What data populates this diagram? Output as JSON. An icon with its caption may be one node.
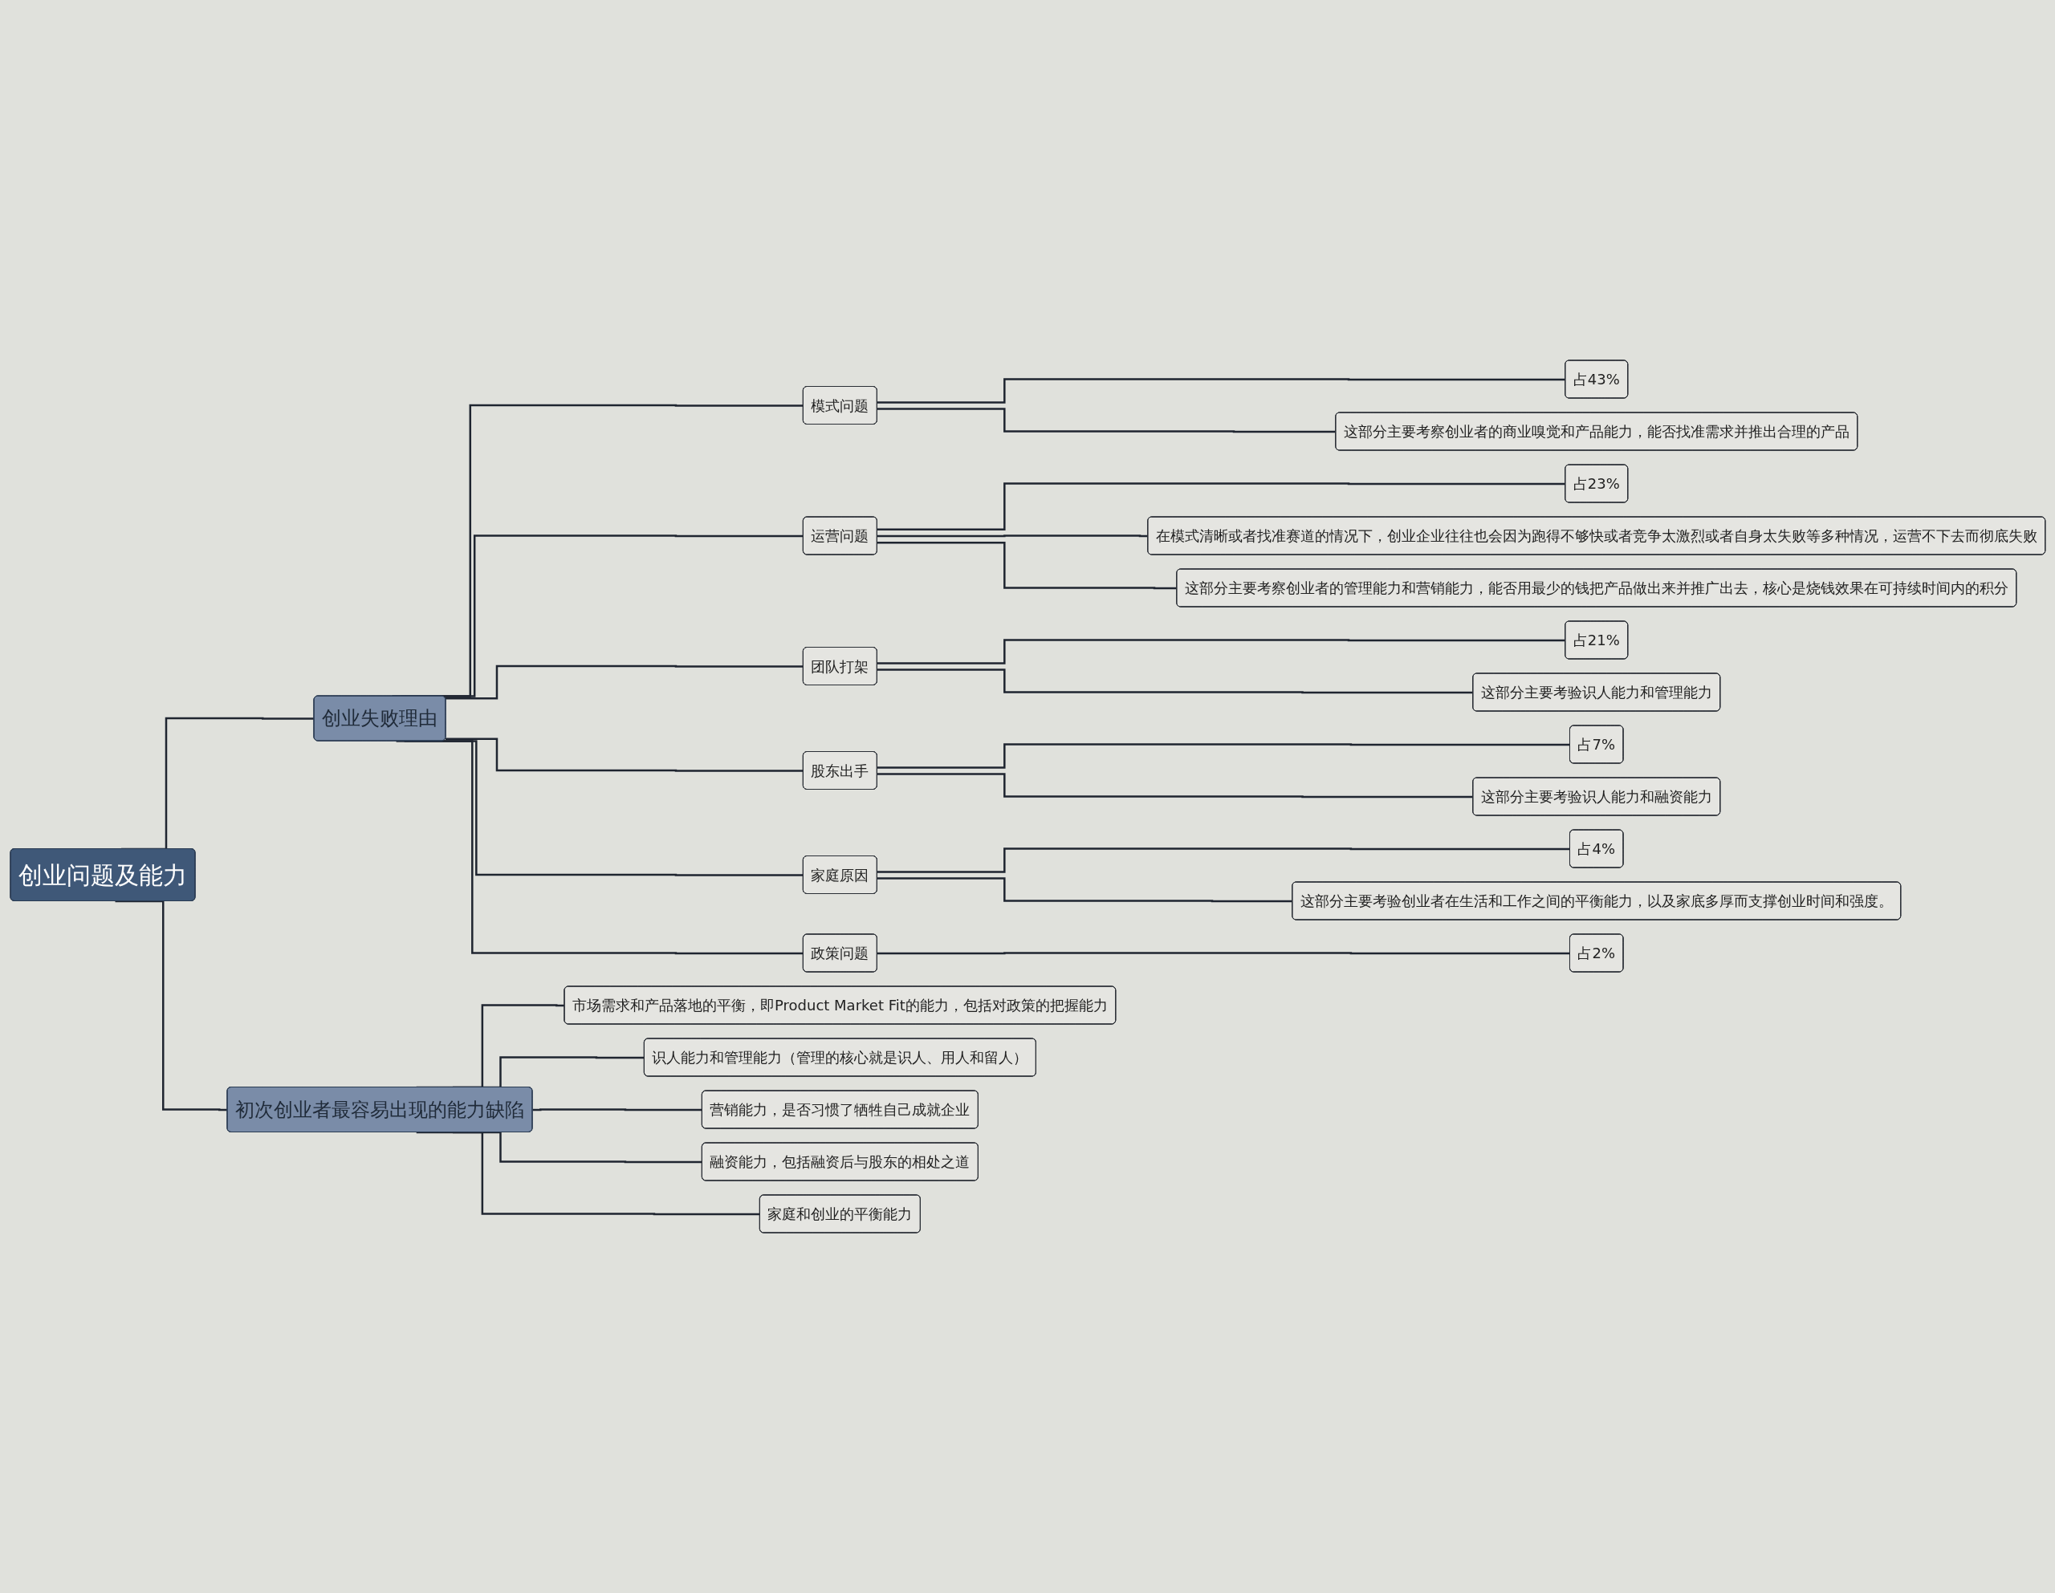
{
  "diagram": {
    "nodes": [
      {
        "text": [
          "创业问题及能力"
        ]
      },
      {
        "text": [
          "创业失败理由"
        ]
      },
      {
        "text": [
          "模式问题"
        ]
      },
      {
        "text": [
          "占43%"
        ]
      },
      {
        "text": [
          "这部分主要考察创业者的商业嗅觉和产品能力，能否找准需求并推出合理的产品"
        ]
      },
      {
        "text": [
          "运营问题"
        ]
      },
      {
        "text": [
          "占23%"
        ]
      },
      {
        "text": [
          "在模式清晰或者找准赛道的情况下，创业企业往往也会因为跑得不够快或者竞争太激烈或者自身太失败等多种情况，运营不下去而彻底失败"
        ]
      },
      {
        "text": [
          "这部分主要考察创业者的管理能力和营销能力，能否用最少的钱把产品做出来并推广出去，核心是烧钱效果在可持续时间内的积分"
        ]
      },
      {
        "text": [
          "团队打架"
        ]
      },
      {
        "text": [
          "占21%"
        ]
      },
      {
        "text": [
          "这部分主要考验识人能力和管理能力"
        ]
      },
      {
        "text": [
          "股东出手"
        ]
      },
      {
        "text": [
          "占7%"
        ]
      },
      {
        "text": [
          "这部分主要考验识人能力和融资能力"
        ]
      },
      {
        "text": [
          "家庭原因"
        ]
      },
      {
        "text": [
          "占4%"
        ]
      },
      {
        "text": [
          "这部分主要考验创业者在生活和工作之间的平衡能力，以及家底多厚而支撑创业时间和强度。"
        ]
      },
      {
        "text": [
          "政策问题"
        ]
      },
      {
        "text": [
          "占2%"
        ]
      },
      {
        "text": [
          "初次创业者最容易出现的能力缺陷"
        ]
      },
      {
        "text": [
          "市场需求和产品落地的平衡，即Product Market Fit的能力，包括对政策的把握能力"
        ]
      },
      {
        "text": [
          "识人能力和管理能力（管理的核心就是识人、用人和留人）"
        ]
      },
      {
        "text": [
          "营销能力，是否习惯了牺牲自己成就企业"
        ]
      },
      {
        "text": [
          "融资能力，包括融资后与股东的相处之道"
        ]
      },
      {
        "text": [
          "家庭和创业的平衡能力"
        ]
      }
    ],
    "edges": [
      {
        "from": 0,
        "to": 1,
        "arrow": "none"
      },
      {
        "from": 1,
        "to": 2,
        "arrow": "none"
      },
      {
        "from": 2,
        "to": 3,
        "arrow": "none"
      },
      {
        "from": 2,
        "to": 4,
        "arrow": "none"
      },
      {
        "from": 1,
        "to": 5,
        "arrow": "none"
      },
      {
        "from": 5,
        "to": 6,
        "arrow": "none"
      },
      {
        "from": 5,
        "to": 7,
        "arrow": "none"
      },
      {
        "from": 5,
        "to": 8,
        "arrow": "none"
      },
      {
        "from": 1,
        "to": 9,
        "arrow": "none"
      },
      {
        "from": 9,
        "to": 10,
        "arrow": "none"
      },
      {
        "from": 9,
        "to": 11,
        "arrow": "none"
      },
      {
        "from": 1,
        "to": 12,
        "arrow": "none"
      },
      {
        "from": 12,
        "to": 13,
        "arrow": "none"
      },
      {
        "from": 12,
        "to": 14,
        "arrow": "none"
      },
      {
        "from": 1,
        "to": 15,
        "arrow": "none"
      },
      {
        "from": 15,
        "to": 16,
        "arrow": "none"
      },
      {
        "from": 15,
        "to": 17,
        "arrow": "none"
      },
      {
        "from": 1,
        "to": 18,
        "arrow": "none"
      },
      {
        "from": 18,
        "to": 19,
        "arrow": "none"
      },
      {
        "from": 0,
        "to": 20,
        "arrow": "none"
      },
      {
        "from": 20,
        "to": 21,
        "arrow": "none"
      },
      {
        "from": 20,
        "to": 22,
        "arrow": "none"
      },
      {
        "from": 20,
        "to": 23,
        "arrow": "none"
      },
      {
        "from": 20,
        "to": 24,
        "arrow": "none"
      },
      {
        "from": 20,
        "to": 25,
        "arrow": "none"
      }
    ]
  }
}
